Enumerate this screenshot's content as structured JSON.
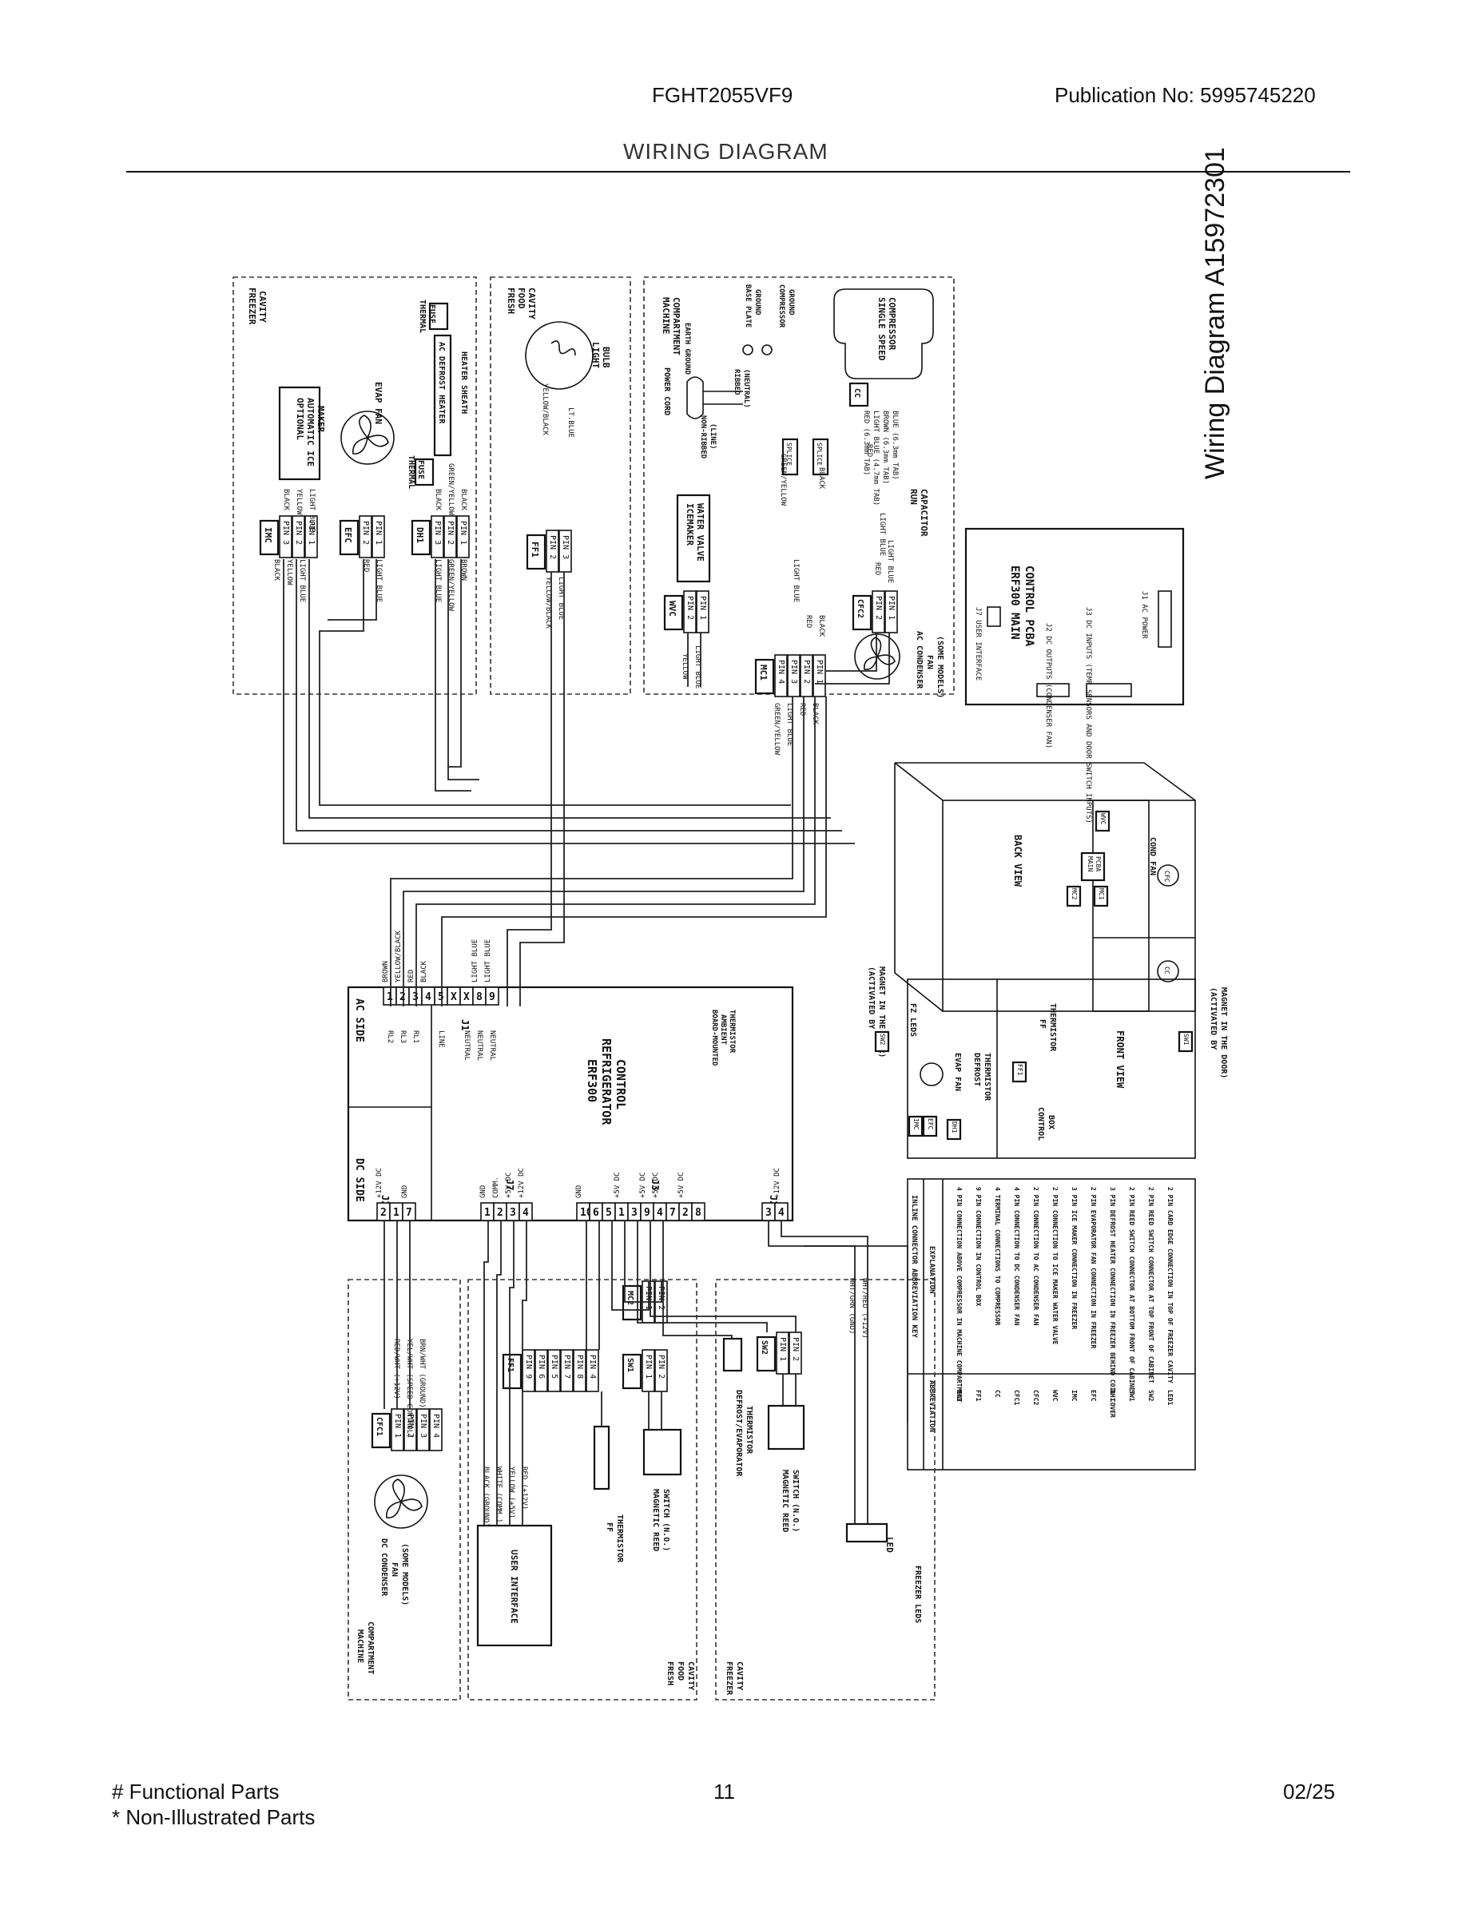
{
  "header": {
    "model": "FGHT2055VF9",
    "publication": "Publication No:  5995745220",
    "section_title": "WIRING DIAGRAM"
  },
  "side_title": "Wiring Diagram A15972301",
  "footer": {
    "functional": "# Functional Parts",
    "non_illustrated": "* Non-Illustrated Parts",
    "page_number": "11",
    "date": "02/25"
  },
  "cavities": {
    "freezer_top": [
      "FREEZER",
      "CAVITY"
    ],
    "fresh_food_top": [
      "FRESH",
      "FOOD",
      "CAVITY"
    ],
    "machine_top": [
      "MACHINE",
      "COMPARTMENT"
    ],
    "machine_bottom": [
      "MACHINE",
      "COMPARTMENT"
    ],
    "fresh_food_bottom": [
      "FRESH",
      "FOOD",
      "CAVITY"
    ],
    "freezer_bottom": [
      "FREEZER",
      "CAVITY"
    ]
  },
  "components": {
    "imc": "IMC",
    "efc": "EFC",
    "dh1": "DH1",
    "ff1": "FF1",
    "wvc": "WVC",
    "mc1": "MC1",
    "cfc2": "CFC2",
    "cc": "CC",
    "cfc1": "CFC1",
    "mc2": "MC2",
    "sw1": "SW1",
    "sw2": "SW2",
    "optional_ice_maker": [
      "OPTIONAL",
      "AUTOMATIC ICE",
      "MAKER"
    ],
    "evap_fan": "EVAP FAN",
    "thermal_fuse": [
      "THERMAL",
      "FUSE"
    ],
    "ac_defrost_heater": "AC DEFROST HEATER",
    "heater_sheath": "HEATER SHEATH",
    "light_bulb": [
      "LIGHT",
      "BULB"
    ],
    "icemaker_valve": [
      "ICEMAKER",
      "WATER VALVE"
    ],
    "power_cord": "POWER CORD",
    "earth_ground": "EARTH GROUND",
    "ribbed": [
      "RIBBED",
      "(NEUTRAL)"
    ],
    "non_ribbed": [
      "NON-RIBBED",
      "(LINE)"
    ],
    "base_plate": [
      "BASE PLATE",
      "GROUND"
    ],
    "comp_ground": [
      "COMPRESSOR",
      "GROUND"
    ],
    "compressor": [
      "SINGLE SPEED",
      "COMPRESSOR"
    ],
    "run_cap": [
      "RUN",
      "CAPACITOR"
    ],
    "ac_cond_fan": [
      "AC CONDENSER",
      "FAN",
      "(SOME MODELS)"
    ],
    "dc_cond_fan": [
      "DC CONDENSER",
      "FAN",
      "(SOME MODELS)"
    ],
    "user_interface": "USER INTERFACE",
    "ff_thermistor": [
      "FF",
      "THERMISTOR"
    ],
    "mag_switch_ff": [
      "MAGNETIC REED",
      "SWITCH (N.O.)"
    ],
    "defrost_thermistor": [
      "DEFROST/EVAPORATOR",
      "THERMISTOR"
    ],
    "mag_switch_fz": [
      "MAGNETIC REED",
      "SWITCH (N.O.)"
    ],
    "freezer_leds": "FREEZER LEDS",
    "led1": "LED",
    "splice": "SPLICE"
  },
  "cc_terminals": [
    "RED (6.3mm TAB)",
    "LIGHT BLUE (4.7mm TAB)",
    "BROWN (6.3mm TAB)",
    "BLUE (6.3mm TAB)"
  ],
  "wire_colors": {
    "black": "BLACK",
    "yellow": "YELLOW",
    "light_blue": "LIGHT BLUE",
    "red": "RED",
    "brown": "BROWN",
    "green_yellow": "GREEN/YELLOW",
    "yellow_black": "YELLOW/BLACK",
    "lt_blue": "LT.BLUE"
  },
  "pins": [
    "PIN 1",
    "PIN 2",
    "PIN 3",
    "PIN 4",
    "PIN 5",
    "PIN 6",
    "PIN 7",
    "PIN 8",
    "PIN 9"
  ],
  "main_pcba": {
    "title": [
      "ERF300 MAIN",
      "CONTROL PCBA"
    ],
    "j7": "J7 USER INTERFACE",
    "j2": "J2 DC OUTPUTS (CONDENSER FAN)",
    "j3": "J3 DC INPUTS (TEMP SENSORS AND DOOR SWITCH INPUTS)",
    "j1": "J1 AC POWER"
  },
  "control": {
    "title": [
      "ERF300",
      "REFRIGERATOR",
      "CONTROL"
    ],
    "ac_side": "AC SIDE",
    "dc_side": "DC SIDE",
    "j1": "J1",
    "j2": "J2",
    "j3": "J3",
    "j7": "J7",
    "j1_pins": [
      "1",
      "2",
      "3",
      "4",
      "5",
      "X",
      "X",
      "8",
      "9"
    ],
    "j1_wires": [
      "BROWN",
      "YELLOW/BLACK",
      "RED",
      "BLACK",
      "",
      "",
      "",
      "LIGHT BLUE",
      "LIGHT BLUE"
    ],
    "relays": [
      "RL2",
      "RL3",
      "RL1",
      "",
      "LINE",
      "",
      "NEUTRAL",
      "NEUTRAL",
      "NEUTRAL"
    ],
    "board_thermistor": [
      "BOARD-MOUNTED",
      "AMBIENT",
      "THERMISTOR"
    ],
    "j2_left_pins": [
      "2",
      "1",
      "7"
    ],
    "j2_left_labels": [
      "+12V DC",
      "",
      "GND"
    ],
    "j7_pins": [
      "1",
      "2",
      "3",
      "4"
    ],
    "j7_labels": [
      "GND",
      "COMM.",
      "+5V DC",
      "+12V DC"
    ],
    "j3_pins": [
      "10",
      "6",
      "5",
      "1",
      "3",
      "9",
      "4",
      "7",
      "2",
      "8"
    ],
    "j3_labels": [
      "GND",
      "",
      "",
      "+5V DC",
      "",
      "+5V DC",
      "+5V DC",
      "",
      "+5V DC",
      ""
    ],
    "j2_right_pins": [
      "3",
      "4"
    ],
    "j2_right_labels": [
      "",
      "+12V DC"
    ]
  },
  "cfc1_wires": [
    "RED/WHT (+12V)",
    "YEL/WHT (SPEED CONTROL)",
    "BRN/WHT (GROUND)"
  ],
  "ui_wires": [
    "BLACK (GROUND)",
    "WHITE (COMM.)",
    "YELLOW (+5V)",
    "RED (+12V)"
  ],
  "led_wires": [
    "WHT/GRN (GND)",
    "WHT/RED (+12V)"
  ],
  "back_view": {
    "title": "BACK VIEW",
    "wvc": "WVC",
    "main_pcba": [
      "MAIN",
      "PCBA"
    ],
    "mc2": "MC2",
    "mc1": "MC1",
    "cfc": "CFC",
    "cc": "CC",
    "cond_fan": "COND FAN"
  },
  "front_view": {
    "title": "FRONT VIEW",
    "activated_left": [
      "(ACTIVATED BY",
      "MAGNET IN THE DOOR)"
    ],
    "activated_right": [
      "(ACTIVATED BY",
      "MAGNET IN THE DOOR)"
    ],
    "sw2": "SW2",
    "sw1": "SW1",
    "fz_leds": "FZ LEDS",
    "evap_fan": "EVAP FAN",
    "defrost_thermistor": [
      "DEFROST",
      "THERMISTOR"
    ],
    "ff_thermistor": [
      "FF",
      "THERMISTOR"
    ],
    "ff1": "FF1",
    "control_box": [
      "CONTROL",
      "BOX"
    ],
    "imc": "IMC",
    "efc": "EFC",
    "dh1": "DH1"
  },
  "abbreviation_key": {
    "title": "INLINE CONNECTOR ABBREVIATION KEY",
    "col1": "ABBREVIATION",
    "col2": "EXPLANATION",
    "rows": [
      {
        "abbr": "MC1",
        "text": "4 PIN CONNECTION ABOVE COMPRESSOR IN MACHINE COMPARTMENT"
      },
      {
        "abbr": "FF1",
        "text": "9 PIN CONNECTION IN CONTROL BOX"
      },
      {
        "abbr": "CC",
        "text": "4 TERMINAL CONNECTIONS TO COMPRESSOR"
      },
      {
        "abbr": "CFC1",
        "text": "4 PIN CONNECTION TO DC CONDENSER FAN"
      },
      {
        "abbr": "CFC2",
        "text": "2 PIN CONNECTION TO AC CONDENSER FAN"
      },
      {
        "abbr": "WVC",
        "text": "2 PIN CONNECTION TO ICE MAKER WATER VALVE"
      },
      {
        "abbr": "IMC",
        "text": "3 PIN ICE MAKER CONNECTION IN FREEZER"
      },
      {
        "abbr": "EFC",
        "text": "2 PIN EVAPORATOR FAN CONNECTION IN FREEZER"
      },
      {
        "abbr": "DH1",
        "text": "3 PIN DEFROST HEATER CONNECTION IN FREEZER BEHIND COIL COVER"
      },
      {
        "abbr": "SW1",
        "text": "2 PIN REED SWITCH CONNECTOR AT BOTTOM FRONT OF CABINET"
      },
      {
        "abbr": "SW2",
        "text": "2 PIN REED SWITCH CONNECTOR AT TOP FRONT OF CABINET"
      },
      {
        "abbr": "LED1",
        "text": "2 PIN CARD EDGE CONNECTION IN TOP OF FREEZER CAVITY"
      }
    ]
  }
}
